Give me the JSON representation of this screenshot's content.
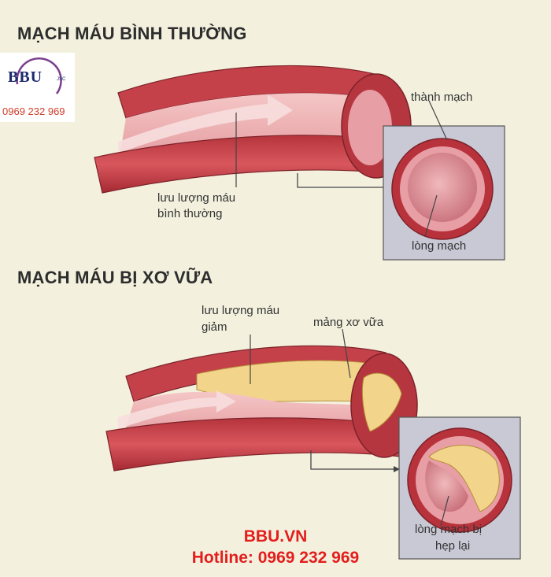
{
  "brand": {
    "logo_text": "BBU",
    "logo_small": "JSC",
    "logo_phone": "0969 232 969",
    "colors": {
      "logo_navy": "#1d2a6e",
      "logo_ring": "#7a3f8f",
      "accent_red": "#e41d1d"
    }
  },
  "normal": {
    "title": "MẠCH MÁU BÌNH THƯỜNG",
    "labels": {
      "wall": "thành mạch",
      "flow_line1": "lưu lượng máu",
      "flow_line2": "bình thường",
      "lumen": "lòng mạch"
    }
  },
  "atherosclerosis": {
    "title": "MẠCH MÁU BỊ XƠ VỮA",
    "labels": {
      "flow_line1": "lưu lượng máu",
      "flow_line2": "giảm",
      "plaque": "mảng xơ vữa",
      "lumen_line1": "lòng mạch bị",
      "lumen_line2": "hẹp lại"
    }
  },
  "footer": {
    "site": "BBU.VN",
    "hotline": "Hotline: 0969 232 969"
  },
  "colors": {
    "background": "#f3f1de",
    "vessel_outer": "#c8424a",
    "vessel_inner": "#e8a0a3",
    "vessel_dark": "#8e2b33",
    "plaque": "#f2d58a",
    "inset_box": "#c9c9d6"
  }
}
